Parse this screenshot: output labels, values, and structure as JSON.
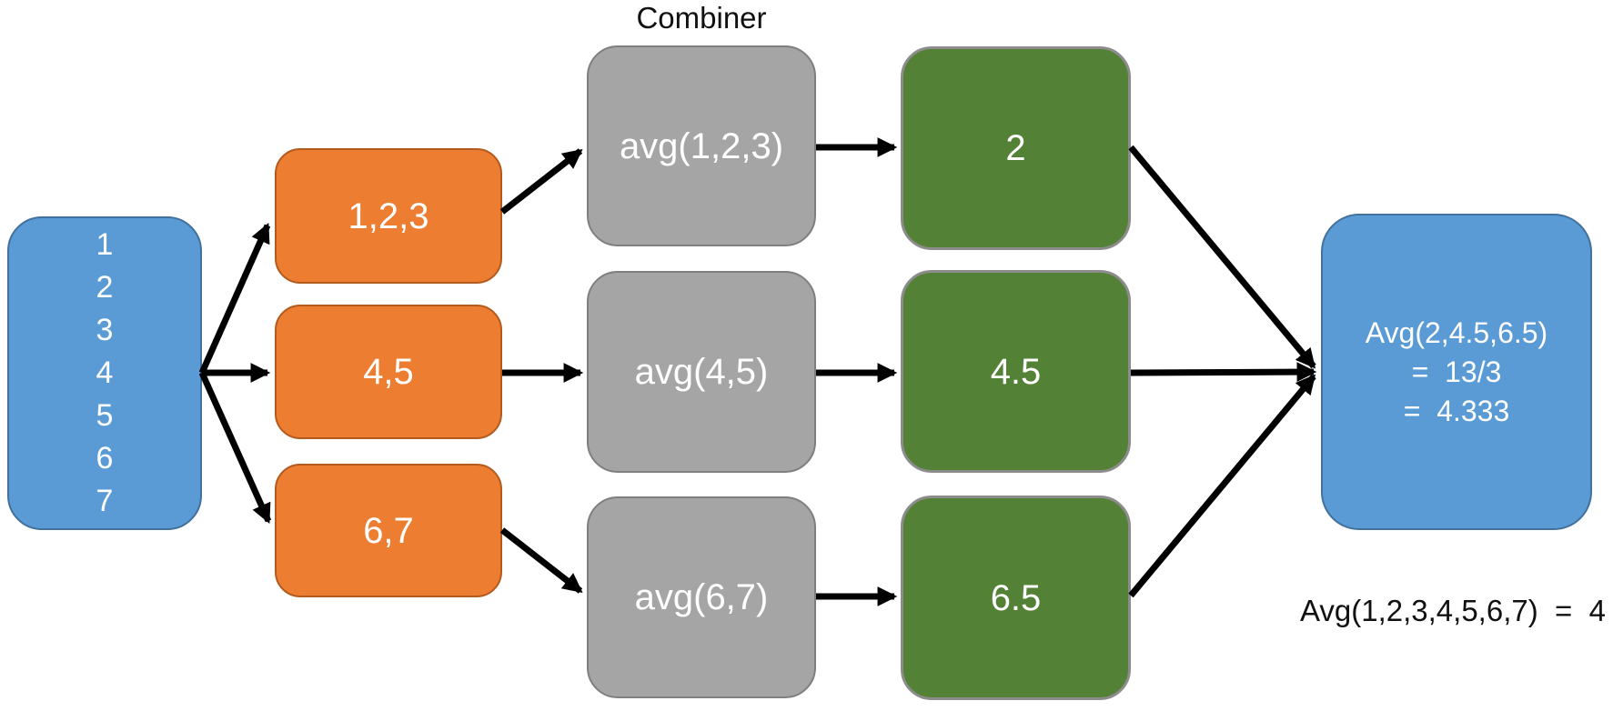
{
  "diagram": {
    "title": "Combiner",
    "input": {
      "values": [
        "1",
        "2",
        "3",
        "4",
        "5",
        "6",
        "7"
      ]
    },
    "splits": [
      {
        "label": "1,2,3"
      },
      {
        "label": "4,5"
      },
      {
        "label": "6,7"
      }
    ],
    "combiners": [
      {
        "label": "avg(1,2,3)"
      },
      {
        "label": "avg(4,5)"
      },
      {
        "label": "avg(6,7)"
      }
    ],
    "partial_results": [
      {
        "label": "2"
      },
      {
        "label": "4.5"
      },
      {
        "label": "6.5"
      }
    ],
    "output": {
      "lines": [
        "Avg(2,4.5,6.5)",
        "=  13/3",
        "=  4.333"
      ]
    },
    "footnote": "Avg(1,2,3,4,5,6,7)  =  4",
    "colors": {
      "node_blue": "#5B9BD5",
      "node_blue_border": "#41719C",
      "node_orange": "#ED7D31",
      "node_orange_border": "#B35B1E",
      "node_gray": "#A5A5A5",
      "node_gray_border": "#7F7F7F",
      "node_green": "#538135",
      "node_green_border": "#8C8C8C",
      "arrow": "#000000",
      "text_on_node": "#FFFFFF",
      "text_plain": "#111111"
    }
  }
}
